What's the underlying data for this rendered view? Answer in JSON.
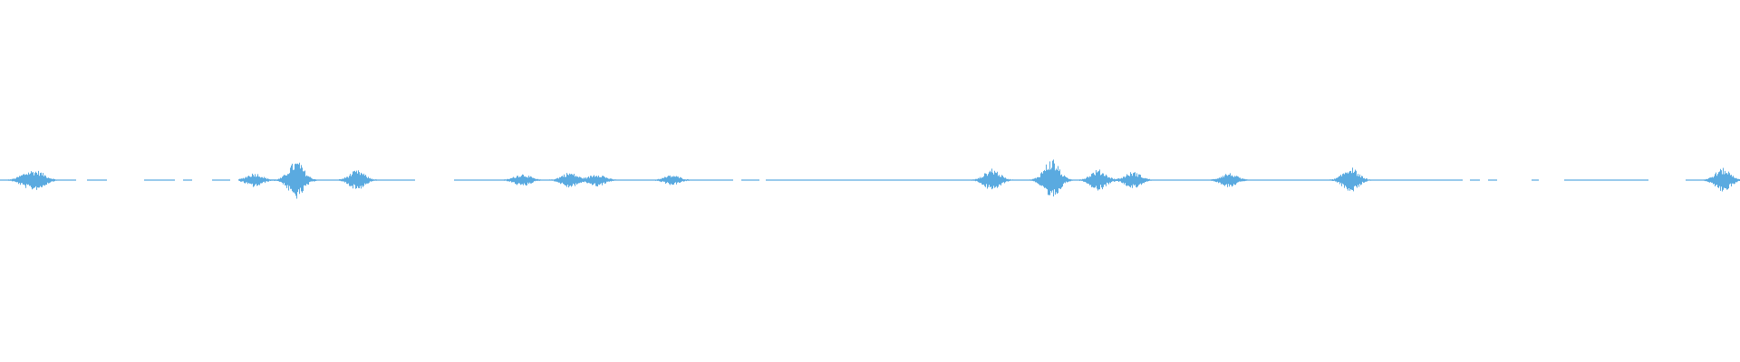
{
  "waveform": {
    "color": "#5aaae0",
    "background": "#ffffff",
    "segments": [
      [
        0.0,
        0.043
      ],
      [
        0.05,
        0.061
      ],
      [
        0.083,
        0.1
      ],
      [
        0.105,
        0.11
      ],
      [
        0.122,
        0.132
      ],
      [
        0.137,
        0.238
      ],
      [
        0.261,
        0.421
      ],
      [
        0.426,
        0.436
      ],
      [
        0.44,
        0.84
      ],
      [
        0.845,
        0.85
      ],
      [
        0.855,
        0.86
      ],
      [
        0.88,
        0.884
      ],
      [
        0.899,
        0.947
      ],
      [
        0.969,
        1.0
      ]
    ],
    "bursts": [
      {
        "pos": 0.015,
        "amp": 0.18
      },
      {
        "pos": 0.022,
        "amp": 0.22
      },
      {
        "pos": 0.146,
        "amp": 0.2
      },
      {
        "pos": 0.17,
        "amp": 0.55
      },
      {
        "pos": 0.205,
        "amp": 0.28
      },
      {
        "pos": 0.3,
        "amp": 0.18
      },
      {
        "pos": 0.327,
        "amp": 0.22
      },
      {
        "pos": 0.343,
        "amp": 0.18
      },
      {
        "pos": 0.386,
        "amp": 0.14
      },
      {
        "pos": 0.57,
        "amp": 0.32
      },
      {
        "pos": 0.604,
        "amp": 0.6
      },
      {
        "pos": 0.631,
        "amp": 0.3
      },
      {
        "pos": 0.651,
        "amp": 0.24
      },
      {
        "pos": 0.706,
        "amp": 0.2
      },
      {
        "pos": 0.776,
        "amp": 0.36
      },
      {
        "pos": 0.99,
        "amp": 0.34
      }
    ],
    "peaks": [
      0.172,
      0.605,
      0.609,
      0.57,
      0.777,
      0.99
    ]
  }
}
